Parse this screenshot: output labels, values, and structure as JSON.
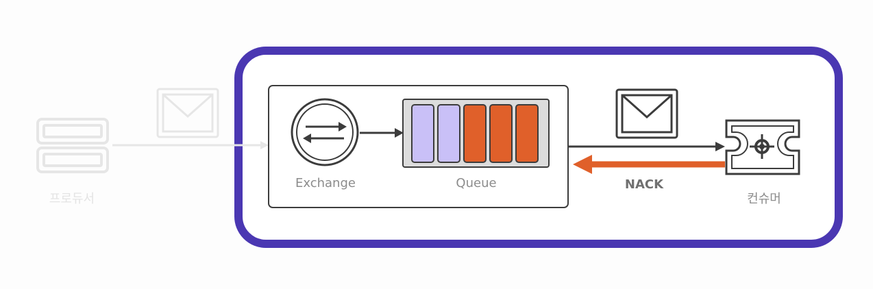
{
  "labels": {
    "producer": "프로듀서",
    "exchange": "Exchange",
    "queue": "Queue",
    "nack": "NACK",
    "consumer": "컨슈머"
  },
  "icons": {
    "producer": "server-icon",
    "message_in": "envelope-icon",
    "message_out": "envelope-icon",
    "exchange": "exchange-arrows-icon",
    "consumer": "consumer-target-icon"
  },
  "queue": {
    "slots": [
      {
        "state": "pending"
      },
      {
        "state": "pending"
      },
      {
        "state": "ready"
      },
      {
        "state": "ready"
      },
      {
        "state": "ready"
      }
    ]
  },
  "colors": {
    "frame": "#4a37b2",
    "pending": "#c9c0f7",
    "ready": "#e0602a",
    "nack_arrow": "#e0602a",
    "line": "#3c3c3c",
    "faded": "#e6e6e6"
  }
}
